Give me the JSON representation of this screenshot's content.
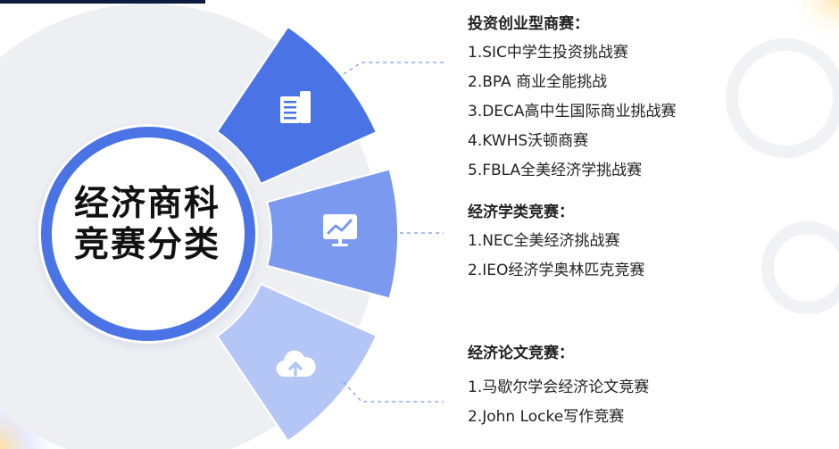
{
  "center_title": [
    "经济商科",
    "竞赛分类"
  ],
  "categories": [
    {
      "title": "投资创业型商赛：",
      "items": [
        "1.SIC中学生投资挑战赛",
        "2.BPA 商业全能挑战",
        "3.DECA高中生国际商业挑战赛",
        "4.KWHS沃顿商赛",
        "5.FBLA全美经济学挑战赛"
      ],
      "icon": "office-building-icon",
      "color": "#4a74e6"
    },
    {
      "title": "经济学类竞赛：",
      "items": [
        "1.NEC全美经济挑战赛",
        "2.IEO经济学奥林匹克竞赛"
      ],
      "icon": "chart-monitor-icon",
      "color": "#7b99ee"
    },
    {
      "title": "经济论文竞赛：",
      "items": [
        "1.马歇尔学会经济论文竞赛",
        "2.John Locke写作竞赛"
      ],
      "icon": "cloud-upload-icon",
      "color": "#b3c6f6"
    }
  ],
  "colors": {
    "ring": "#4a74e6",
    "background_disc": "#eeeff2",
    "connector": "#7b99ee"
  }
}
